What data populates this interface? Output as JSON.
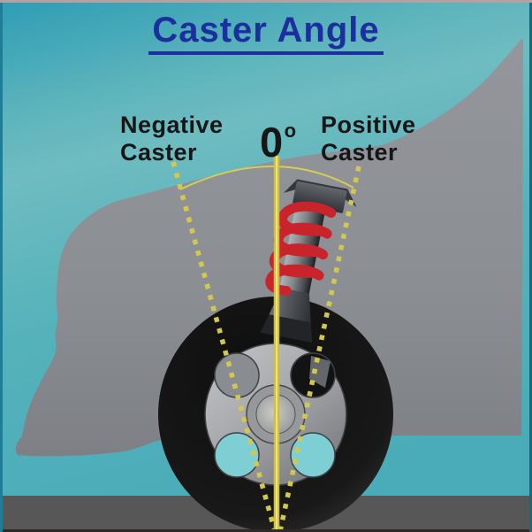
{
  "diagram": {
    "title": "Caster Angle",
    "labels": {
      "negative": {
        "line1": "Negative",
        "line2": "Caster"
      },
      "zero": {
        "value": "0",
        "degree": "o"
      },
      "positive": {
        "line1": "Positive",
        "line2": "Caster"
      }
    },
    "colors": {
      "title_blue": "#1d2f9e",
      "background_teal_top": "#2d9db5",
      "background_teal_light": "#6ebcc0",
      "car_body_gray": "#8b8e93",
      "ground_gray": "#575757",
      "caster_line_yellow": "#d2c445",
      "spring_red": "#c9242b",
      "tire_black": "#1c1c1c",
      "rim_gray": "#aaacaf",
      "label_black": "#161616"
    }
  }
}
